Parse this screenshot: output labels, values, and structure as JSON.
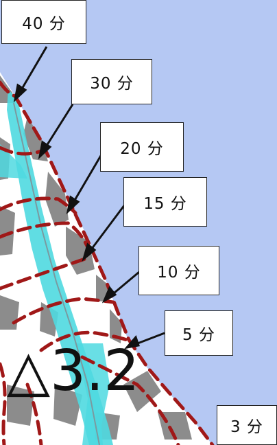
{
  "map": {
    "water_color": "#b5c8f3",
    "land_color": "#ffffff",
    "building_color": "#8c8c8c",
    "river_color": "#4fd9e0",
    "contour_color": "#a01818",
    "elevation_label": "△3.2"
  },
  "labels": [
    {
      "text": "40 分"
    },
    {
      "text": "30 分"
    },
    {
      "text": "20 分"
    },
    {
      "text": "15 分"
    },
    {
      "text": "10 分"
    },
    {
      "text": "5 分"
    },
    {
      "text": "3 分"
    }
  ]
}
